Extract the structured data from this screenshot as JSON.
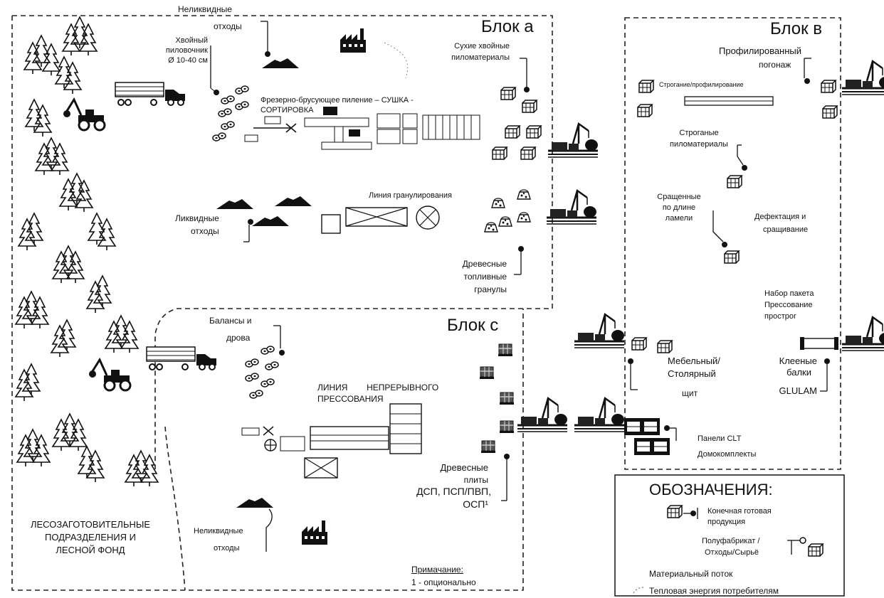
{
  "blocks": {
    "a": "Блок а",
    "v": "Блок в",
    "c": "Блок с"
  },
  "block_a": {
    "nelikvid": [
      "Неликвидные",
      "отходы"
    ],
    "pilovochnik": [
      "Хвойный",
      "пиловочник",
      "Ø 10-40 см"
    ],
    "line": [
      "Фрезерно-брусующее пиление  – СУШКА -",
      "СОРТИРОВКА"
    ],
    "dry_lumber": [
      "Сухие хвойные",
      "пиломатериалы"
    ],
    "liquid_waste": [
      "Ликвидные",
      "отходы"
    ],
    "granulation": "Линия гранулирования",
    "pellets": [
      "Древесные",
      "топливные",
      "гранулы"
    ]
  },
  "block_v": {
    "profiled": [
      "Профилированный",
      "погонаж"
    ],
    "planing": "Строгание/профилирование",
    "planed": [
      "Строганые",
      "пиломатериалы"
    ],
    "spliced": [
      "Сращенные",
      "по длине",
      "ламели"
    ],
    "defect": [
      "Дефектация и",
      "сращивание"
    ],
    "press": [
      "Набор пакета",
      "Прессование",
      "простроr"
    ],
    "furniture": [
      "Мебельный/",
      "Столярный",
      "щит"
    ],
    "beams": [
      "Клееные",
      "балки",
      "GLULAM"
    ],
    "clt": [
      "Панели CLT",
      "Домокомплекты"
    ]
  },
  "block_c": {
    "balances": [
      "Балансы и",
      "дрова"
    ],
    "press_line": [
      "ЛИНИЯ        НЕПРЕРЫВНОГО",
      "ПРЕССОВАНИЯ"
    ],
    "boards": [
      "Древесные",
      "плиты",
      "ДСП, ПСП/ПВП,",
      "ОСП¹"
    ],
    "nelikvid": [
      "Неликвидные",
      "отходы"
    ],
    "note": [
      "Примачание:",
      "1 - опционально"
    ]
  },
  "forest": [
    "ЛЕСОЗАГОТОВИТЕЛЬНЫЕ",
    "ПОДРАЗДЕЛЕНИЯ И",
    "ЛЕСНОЙ ФОНД"
  ],
  "legend": {
    "title": "ОБОЗНАЧЕНИЯ:",
    "final": [
      "Конечная готовая",
      "продукция"
    ],
    "semi": [
      "Полуфабрикат /",
      "Отходы/Сырьё"
    ],
    "flow": "Материальный поток",
    "heat": "Тепловая энергия потребителям"
  }
}
